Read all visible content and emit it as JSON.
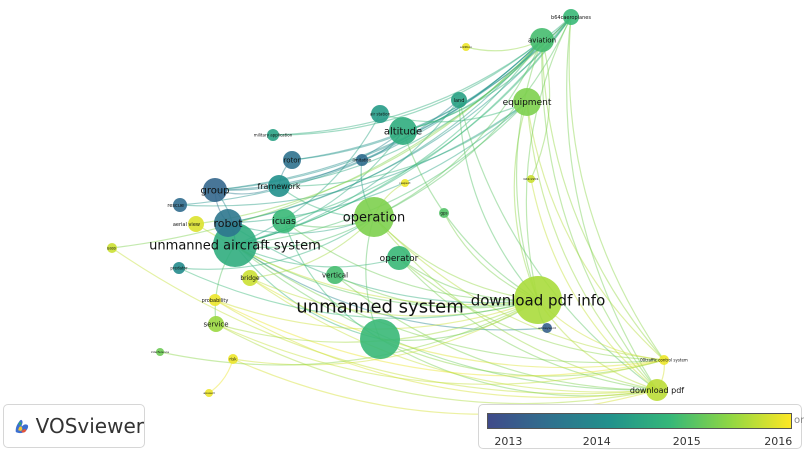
{
  "app": {
    "name": "VOSviewer"
  },
  "legend": {
    "ticks": [
      "2013",
      "2014",
      "2015",
      "2016"
    ],
    "tick_positions": [
      0.07,
      0.36,
      0.655,
      0.955
    ],
    "cut_text": "or",
    "colors": [
      "#3f4a8a",
      "#30708e",
      "#21918c",
      "#35b779",
      "#90d743",
      "#fde725"
    ]
  },
  "network": {
    "year_range": [
      2012.8,
      2016.1
    ],
    "nodes": [
      {
        "id": "unmanned_aircraft_system",
        "label": "unmanned aircraft system",
        "year": 2014.6,
        "weight": 22,
        "name": "node-unmanned-aircraft-system"
      },
      {
        "id": "download_pdf_info",
        "label": "download pdf info",
        "year": 2015.6,
        "weight": 24,
        "name": "node-download-pdf-info"
      },
      {
        "id": "operation",
        "label": "operation",
        "year": 2015.3,
        "weight": 20,
        "name": "node-operation"
      },
      {
        "id": "altitude",
        "label": "altitude",
        "year": 2014.6,
        "weight": 14,
        "name": "node-altitude"
      },
      {
        "id": "equipment",
        "label": "equipment",
        "year": 2015.3,
        "weight": 14,
        "name": "node-equipment"
      },
      {
        "id": "aviation",
        "label": "aviation",
        "year": 2014.9,
        "weight": 12,
        "name": "node-aviation"
      },
      {
        "id": "b64caeroplanes",
        "label": "b64caeroplanes",
        "year": 2014.8,
        "weight": 8,
        "name": "node-b64caeroplanes"
      },
      {
        "id": "land",
        "label": "land",
        "year": 2014.4,
        "weight": 8,
        "name": "node-land"
      },
      {
        "id": "addition",
        "label": "addition",
        "year": 2016.0,
        "weight": 4,
        "name": "node-addition"
      },
      {
        "id": "air_station",
        "label": "air station",
        "year": 2014.3,
        "weight": 9,
        "name": "node-air-station"
      },
      {
        "id": "military_application",
        "label": "military application",
        "year": 2014.4,
        "weight": 6,
        "name": "node-military-application"
      },
      {
        "id": "rotor",
        "label": "rotor",
        "year": 2013.5,
        "weight": 9,
        "name": "node-rotor"
      },
      {
        "id": "limitation",
        "label": "limitation",
        "year": 2013.4,
        "weight": 6,
        "name": "node-limitation"
      },
      {
        "id": "group",
        "label": "group",
        "year": 2013.3,
        "weight": 12,
        "name": "node-group"
      },
      {
        "id": "framework",
        "label": "framework",
        "year": 2014.1,
        "weight": 11,
        "name": "node-framework"
      },
      {
        "id": "respect",
        "label": "respect",
        "year": 2016.0,
        "weight": 4,
        "name": "node-respect"
      },
      {
        "id": "b64c2201",
        "label": "b64c2201",
        "year": 2015.8,
        "weight": 4,
        "name": "node-b64c2201"
      },
      {
        "id": "rescue",
        "label": "rescue",
        "year": 2013.4,
        "weight": 7,
        "name": "node-rescue"
      },
      {
        "id": "robot",
        "label": "robot",
        "year": 2013.6,
        "weight": 14,
        "name": "node-robot"
      },
      {
        "id": "icuas",
        "label": "icuas",
        "year": 2014.8,
        "weight": 12,
        "name": "node-icuas"
      },
      {
        "id": "gps",
        "label": "gps",
        "year": 2015.0,
        "weight": 5,
        "name": "node-gps"
      },
      {
        "id": "aerial_view",
        "label": "aerial view",
        "year": 2015.9,
        "weight": 8,
        "name": "node-aerial-view"
      },
      {
        "id": "uass",
        "label": "uass",
        "year": 2015.8,
        "weight": 5,
        "name": "node-uass"
      },
      {
        "id": "predator",
        "label": "predator",
        "year": 2014.0,
        "weight": 6,
        "name": "node-predator"
      },
      {
        "id": "operator",
        "label": "operator",
        "year": 2014.8,
        "weight": 12,
        "name": "node-operator"
      },
      {
        "id": "vertical",
        "label": "vertical",
        "year": 2014.9,
        "weight": 9,
        "name": "node-vertical"
      },
      {
        "id": "bridge",
        "label": "bridge",
        "year": 2015.8,
        "weight": 8,
        "name": "node-bridge"
      },
      {
        "id": "probability",
        "label": "probability",
        "year": 2016.0,
        "weight": 6,
        "name": "node-probability"
      },
      {
        "id": "service",
        "label": "service",
        "year": 2015.5,
        "weight": 8,
        "name": "node-service"
      },
      {
        "id": "unmanned_system",
        "label": "unmanned system",
        "year": 2014.8,
        "weight": 20,
        "name": "node-unmanned-system"
      },
      {
        "id": "art_keyword",
        "label": "art keyword",
        "year": 2013.2,
        "weight": 5,
        "name": "node-art-keyword"
      },
      {
        "id": "interference",
        "label": "interference",
        "year": 2015.2,
        "weight": 4,
        "name": "node-interference"
      },
      {
        "id": "risk",
        "label": "risk",
        "year": 2016.0,
        "weight": 5,
        "name": "node-risk"
      },
      {
        "id": "traffic_control",
        "label": "00traffic control system",
        "year": 2016.0,
        "weight": 5,
        "name": "node-traffic-control-system"
      },
      {
        "id": "download_pdf",
        "label": "download pdf",
        "year": 2015.7,
        "weight": 11,
        "name": "node-download-pdf"
      },
      {
        "id": "apuavd",
        "label": "apuavd",
        "year": 2016.0,
        "weight": 4,
        "name": "node-apuavd"
      }
    ],
    "edges": [
      [
        "unmanned_aircraft_system",
        "download_pdf_info"
      ],
      [
        "unmanned_aircraft_system",
        "operation"
      ],
      [
        "unmanned_aircraft_system",
        "altitude"
      ],
      [
        "unmanned_aircraft_system",
        "equipment"
      ],
      [
        "unmanned_aircraft_system",
        "aviation"
      ],
      [
        "unmanned_aircraft_system",
        "b64caeroplanes"
      ],
      [
        "unmanned_aircraft_system",
        "land"
      ],
      [
        "unmanned_aircraft_system",
        "unmanned_system"
      ],
      [
        "unmanned_aircraft_system",
        "download_pdf"
      ],
      [
        "unmanned_aircraft_system",
        "traffic_control"
      ],
      [
        "unmanned_aircraft_system",
        "operator"
      ],
      [
        "unmanned_aircraft_system",
        "robot"
      ],
      [
        "unmanned_aircraft_system",
        "group"
      ],
      [
        "unmanned_aircraft_system",
        "service"
      ],
      [
        "unmanned_aircraft_system",
        "art_keyword"
      ],
      [
        "unmanned_aircraft_system",
        "air_station"
      ],
      [
        "robot",
        "aviation"
      ],
      [
        "robot",
        "b64caeroplanes"
      ],
      [
        "robot",
        "equipment"
      ],
      [
        "robot",
        "download_pdf_info"
      ],
      [
        "group",
        "aviation"
      ],
      [
        "group",
        "b64caeroplanes"
      ],
      [
        "group",
        "altitude"
      ],
      [
        "group",
        "land"
      ],
      [
        "rotor",
        "aviation"
      ],
      [
        "rotor",
        "b64caeroplanes"
      ],
      [
        "framework",
        "equipment"
      ],
      [
        "framework",
        "aviation"
      ],
      [
        "icuas",
        "b64caeroplanes"
      ],
      [
        "icuas",
        "download_pdf_info"
      ],
      [
        "icuas",
        "unmanned_system"
      ],
      [
        "military_application",
        "b64caeroplanes"
      ],
      [
        "military_application",
        "aviation"
      ],
      [
        "rescue",
        "aviation"
      ],
      [
        "rescue",
        "equipment"
      ],
      [
        "aerial_view",
        "aviation"
      ],
      [
        "aerial_view",
        "download_pdf_info"
      ],
      [
        "uass",
        "b64caeroplanes"
      ],
      [
        "uass",
        "download_pdf"
      ],
      [
        "operation",
        "download_pdf_info"
      ],
      [
        "operation",
        "aviation"
      ],
      [
        "operation",
        "b64caeroplanes"
      ],
      [
        "operation",
        "unmanned_system"
      ],
      [
        "operation",
        "download_pdf"
      ],
      [
        "operation",
        "traffic_control"
      ],
      [
        "altitude",
        "aviation"
      ],
      [
        "altitude",
        "b64caeroplanes"
      ],
      [
        "altitude",
        "download_pdf_info"
      ],
      [
        "equipment",
        "download_pdf_info"
      ],
      [
        "equipment",
        "download_pdf"
      ],
      [
        "equipment",
        "traffic_control"
      ],
      [
        "aviation",
        "download_pdf_info"
      ],
      [
        "aviation",
        "download_pdf"
      ],
      [
        "aviation",
        "traffic_control"
      ],
      [
        "b64caeroplanes",
        "download_pdf_info"
      ],
      [
        "b64caeroplanes",
        "download_pdf"
      ],
      [
        "b64caeroplanes",
        "traffic_control"
      ],
      [
        "land",
        "download_pdf_info"
      ],
      [
        "land",
        "download_pdf"
      ],
      [
        "operator",
        "download_pdf_info"
      ],
      [
        "operator",
        "download_pdf"
      ],
      [
        "operator",
        "traffic_control"
      ],
      [
        "vertical",
        "download_pdf_info"
      ],
      [
        "vertical",
        "download_pdf"
      ],
      [
        "unmanned_system",
        "download_pdf_info"
      ],
      [
        "unmanned_system",
        "download_pdf"
      ],
      [
        "unmanned_system",
        "traffic_control"
      ],
      [
        "bridge",
        "download_pdf_info"
      ],
      [
        "bridge",
        "download_pdf"
      ],
      [
        "bridge",
        "traffic_control"
      ],
      [
        "probability",
        "download_pdf_info"
      ],
      [
        "probability",
        "download_pdf"
      ],
      [
        "probability",
        "traffic_control"
      ],
      [
        "service",
        "download_pdf_info"
      ],
      [
        "service",
        "download_pdf"
      ],
      [
        "service",
        "traffic_control"
      ],
      [
        "risk",
        "download_pdf"
      ],
      [
        "risk",
        "download_pdf_info"
      ],
      [
        "interference",
        "download_pdf_info"
      ],
      [
        "predator",
        "download_pdf_info"
      ],
      [
        "predator",
        "operation"
      ],
      [
        "gps",
        "download_pdf_info"
      ],
      [
        "b64c2201",
        "aviation"
      ],
      [
        "b64c2201",
        "download_pdf"
      ],
      [
        "respect",
        "operation"
      ],
      [
        "addition",
        "aviation"
      ],
      [
        "download_pdf_info",
        "download_pdf"
      ],
      [
        "download_pdf_info",
        "traffic_control"
      ],
      [
        "download_pdf_info",
        "art_keyword"
      ],
      [
        "download_pdf",
        "traffic_control"
      ],
      [
        "apuavd",
        "risk"
      ],
      [
        "limitation",
        "altitude"
      ],
      [
        "limitation",
        "operation"
      ],
      [
        "air_station",
        "equipment"
      ],
      [
        "framework",
        "operation"
      ],
      [
        "icuas",
        "operation"
      ],
      [
        "robot",
        "operation"
      ],
      [
        "group",
        "framework"
      ],
      [
        "group",
        "robot"
      ],
      [
        "rotor",
        "framework"
      ],
      [
        "bridge",
        "operation"
      ]
    ]
  }
}
